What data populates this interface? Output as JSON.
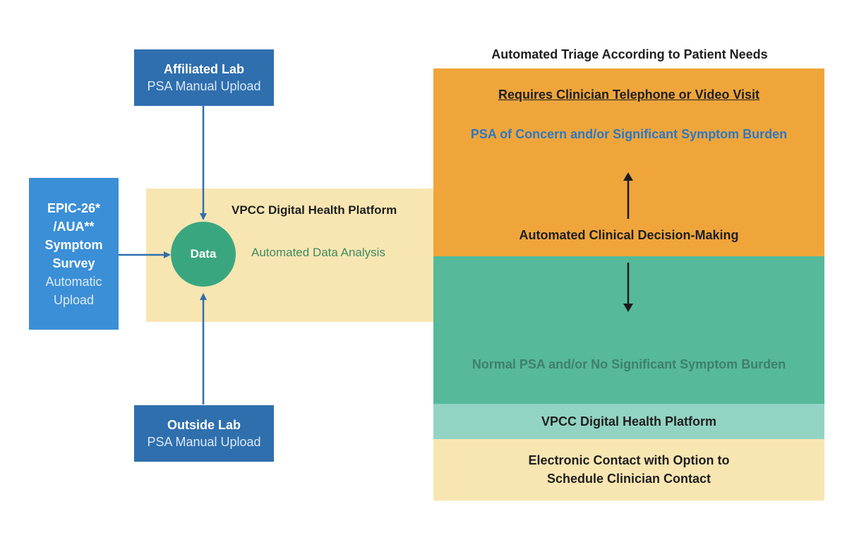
{
  "affiliated_lab": {
    "title": "Affiliated Lab",
    "subtitle": "PSA Manual Upload"
  },
  "outside_lab": {
    "title": "Outside Lab",
    "subtitle": "PSA Manual Upload"
  },
  "symptom_survey": {
    "line1": "EPIC-26*",
    "line2": "/AUA**",
    "line3": "Symptom",
    "line4": "Survey",
    "line5": "Automatic",
    "line6": "Upload"
  },
  "platform": {
    "title": "VPCC Digital Health Platform",
    "subtitle": "Automated Data Analysis",
    "data_label": "Data"
  },
  "triage": {
    "title": "Automated Triage According to Patient Needs",
    "requires_visit": "Requires Clinician Telephone or Video Visit",
    "concern": "PSA of Concern and/or Significant Symptom Burden",
    "decision": "Automated Clinical Decision-Making",
    "normal": "Normal PSA and/or No Significant Symptom Burden",
    "platform": "VPCC Digital Health Platform",
    "contact_line1": "Electronic Contact with Option to",
    "contact_line2": "Schedule Clinician Contact"
  },
  "colors": {
    "lab_blue": "#2f6fae",
    "survey_blue": "#3b8fd6",
    "data_green": "#3aa680",
    "platform_cream": "#f8e6b2",
    "orange": "#f0a53b",
    "green": "#55b99a",
    "teal": "#92d3c4",
    "concern_text": "#2e78c2",
    "normal_text": "#3f7f6c"
  }
}
